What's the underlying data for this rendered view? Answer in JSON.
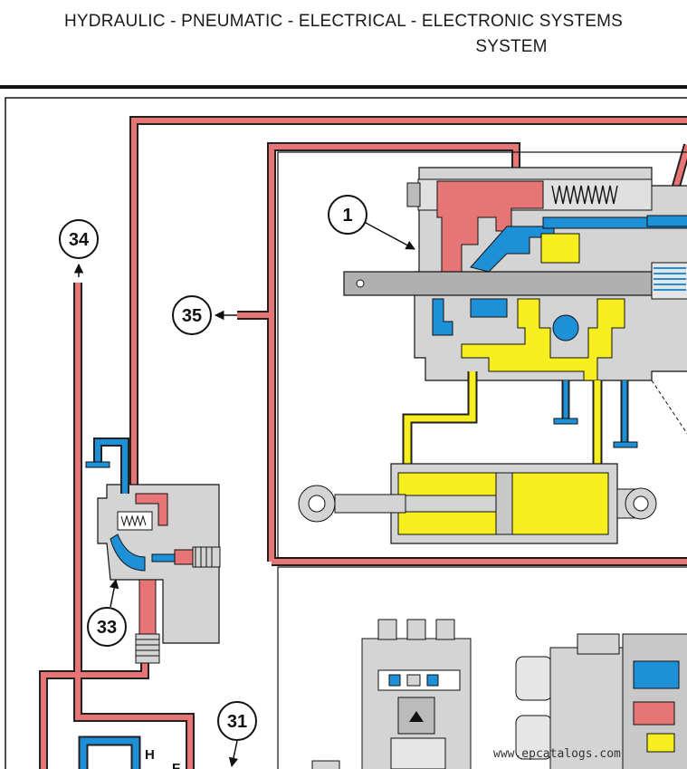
{
  "header": {
    "line1": "HYDRAULIC - PNEUMATIC - ELECTRICAL - ELECTRONIC SYSTEMS",
    "line2": "SYSTEM"
  },
  "callouts": [
    "1",
    "34",
    "35",
    "33",
    "31"
  ],
  "port_letters": [
    "H",
    "F"
  ],
  "watermark": "www.epcatalogs.com",
  "colors": {
    "pressure_line": "#e87575",
    "return_line": "#1e90d8",
    "work_line": "#f7ee1f",
    "body_grey": "#d4d4d4",
    "outline": "#111111"
  }
}
